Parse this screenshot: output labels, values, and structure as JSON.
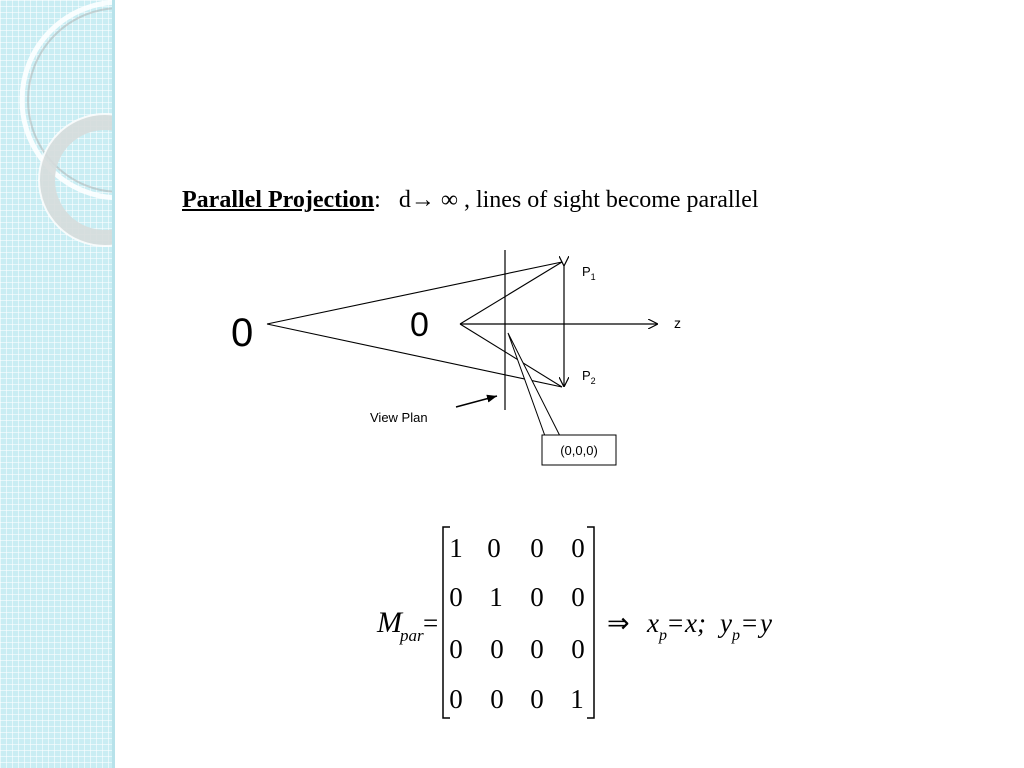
{
  "title": {
    "heading": "Parallel Projection",
    "colon": ":",
    "rest": "d→ ∞ , lines of sight become parallel"
  },
  "diagram": {
    "label_p1": "P",
    "label_p1_sub": "1",
    "label_p2": "P",
    "label_p2_sub": "2",
    "label_z": "z",
    "label_view_plan": "View Plan",
    "label_origin": "(0,0,0)",
    "label_o_far": "0",
    "label_o_near": "0"
  },
  "equation": {
    "lhs_main": "M",
    "lhs_sub": "par",
    "equals": "=",
    "matrix": [
      [
        "1",
        "0",
        "0",
        "0"
      ],
      [
        "0",
        "1",
        "0",
        "0"
      ],
      [
        "0",
        "0",
        "0",
        "0"
      ],
      [
        "0",
        "0",
        "0",
        "1"
      ]
    ],
    "implies": "⇒",
    "xp_x": "x",
    "xp_sub": "p",
    "eq2": "=",
    "xp_rhs": "x;",
    "yp_y": "y",
    "yp_sub": "p",
    "eq3": "=",
    "yp_rhs": "y"
  },
  "colors": {
    "sidebar": "#c9edf3",
    "ink": "#000000"
  }
}
